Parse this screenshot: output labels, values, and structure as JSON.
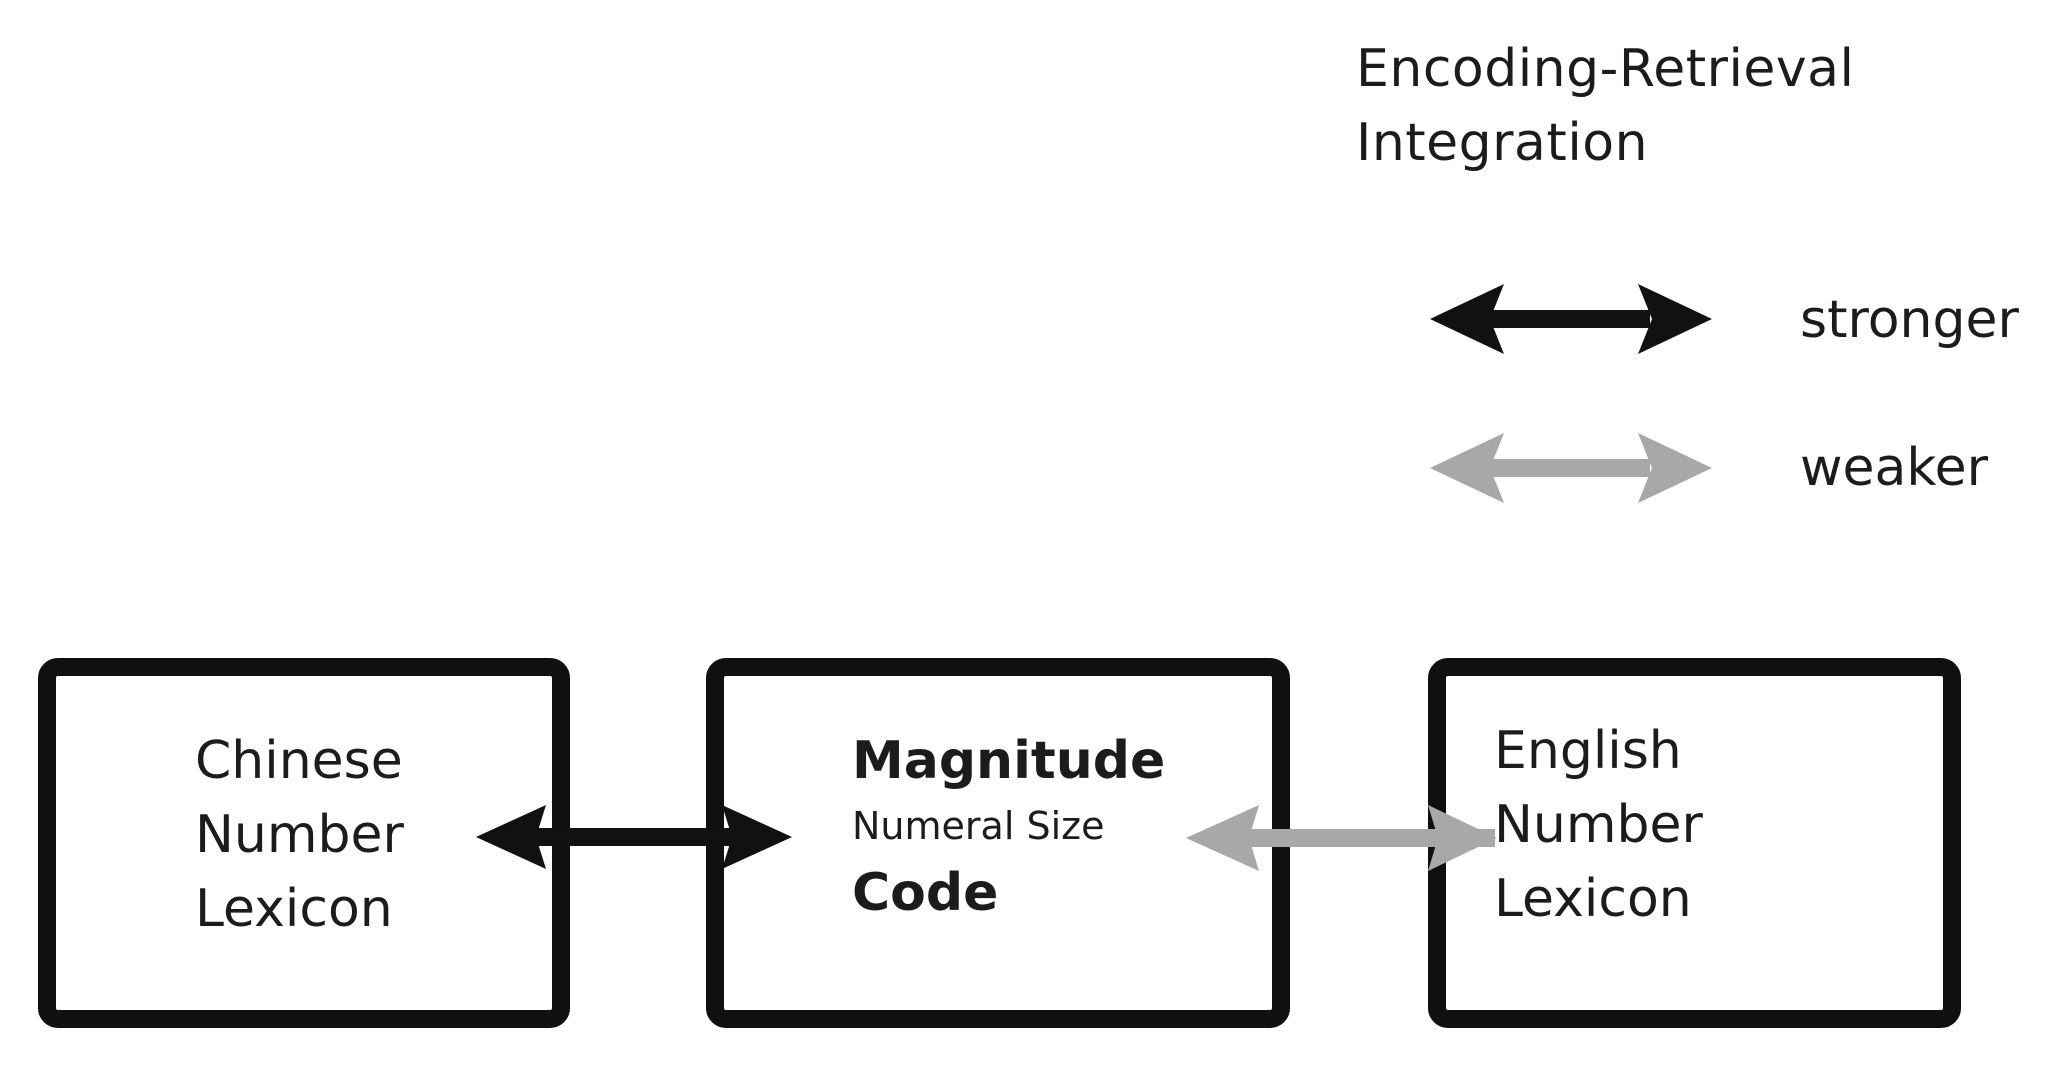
{
  "legend": {
    "title_line1": "Encoding-Retrieval",
    "title_line2": "Integration",
    "stronger_label": "stronger",
    "weaker_label": "weaker",
    "stronger_color": "#111111",
    "weaker_color": "#a8a8a8"
  },
  "boxes": {
    "chinese": {
      "line1": "Chinese",
      "line2": "Number",
      "line3": "Lexicon"
    },
    "magnitude": {
      "title": "Magnitude",
      "subtitle": "Numeral Size",
      "code": "Code"
    },
    "english": {
      "line1": "English",
      "line2": "Number",
      "line3": "Lexicon"
    }
  },
  "links": [
    {
      "from": "Chinese Number Lexicon",
      "to": "Magnitude Code",
      "strength": "stronger"
    },
    {
      "from": "Magnitude Code",
      "to": "English Number Lexicon",
      "strength": "weaker"
    }
  ]
}
